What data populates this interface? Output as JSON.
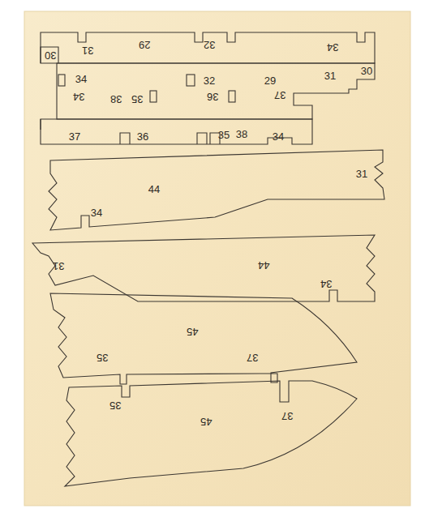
{
  "diagram": {
    "labels": [
      "30",
      "31",
      "29",
      "32",
      "34",
      "34",
      "32",
      "29",
      "31",
      "30",
      "34",
      "38",
      "35",
      "36",
      "37",
      "37",
      "36",
      "35",
      "38",
      "34",
      "44",
      "31",
      "34",
      "31",
      "44",
      "34",
      "45",
      "35",
      "37",
      "35",
      "45",
      "37"
    ]
  }
}
